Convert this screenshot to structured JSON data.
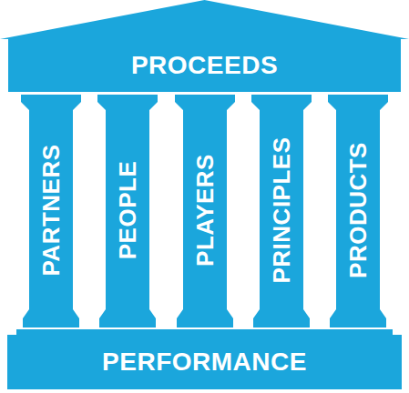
{
  "diagram": {
    "nodes": [
      {
        "text": [
          "PROCEEDS"
        ]
      },
      {
        "text": [
          "PARTNERS"
        ]
      },
      {
        "text": [
          "PEOPLE"
        ]
      },
      {
        "text": [
          "PLAYERS"
        ]
      },
      {
        "text": [
          "PRINCIPLES"
        ]
      },
      {
        "text": [
          "PRODUCTS"
        ]
      },
      {
        "text": [
          "PERFORMANCE"
        ]
      }
    ]
  }
}
